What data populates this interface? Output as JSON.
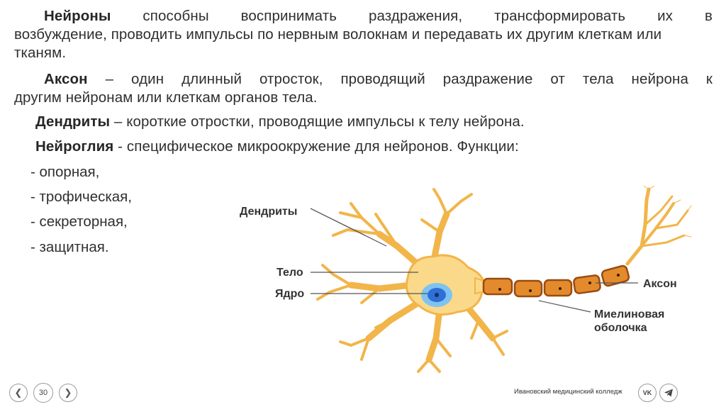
{
  "paragraphs": {
    "p1_bold": "Нейроны",
    "p1_line1_rest": " способны воспринимать раздражения, трансформировать их в",
    "p1_rest": "возбуждение, проводить импульсы по нервным волокнам и передавать их другим клеткам или тканям.",
    "p2_bold": "Аксон",
    "p2_line1_rest": " – один длинный отросток, проводящий раздражение от тела нейрона к",
    "p2_rest": "другим нейронам или клеткам органов тела.",
    "p3_bold": "Дендриты",
    "p3_rest": " – короткие отростки, проводящие импульсы к телу нейрона.",
    "p4_bold": "Нейроглия",
    "p4_rest": " - специфическое микроокружение для нейронов. Функции:"
  },
  "functions": [
    "- опорная,",
    "- трофическая,",
    "- секреторная,",
    "- защитная."
  ],
  "diagram_labels": {
    "dendrites": "Дендриты",
    "body": "Тело",
    "nucleus": "Ядро",
    "axon": "Аксон",
    "myelin_line1": "Миелиновая",
    "myelin_line2": "оболочка"
  },
  "colors": {
    "neuron_fill": "#fbd98a",
    "neuron_stroke": "#f2b54a",
    "nucleus": "#2f6fd6",
    "nucleus_halo": "#7fc4f0",
    "myelin_fill": "#e38b2c",
    "myelin_stroke": "#9a4b10"
  },
  "footer": {
    "prev_icon": "chevron-left-icon",
    "page": "30",
    "next_icon": "chevron-right-icon",
    "college": "Ивановский медицинский колледж",
    "vk": "VK",
    "telegram_icon": "telegram-icon"
  }
}
